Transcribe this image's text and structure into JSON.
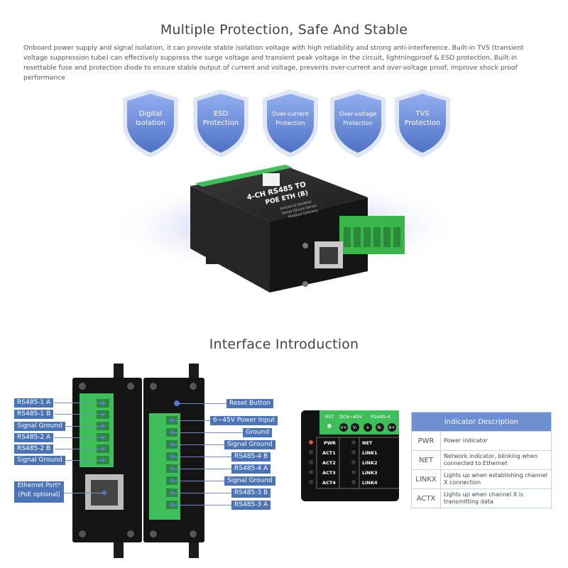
{
  "protection": {
    "title": "Multiple Protection, Safe And Stable",
    "description": "Onboard power supply and signal isolation, it can provide stable isolation voltage with high reliability and strong anti-interference. Built-in TVS (transient voltage suppression tube) can effectively suppress the surge voltage and transient peak voltage in the circuit, lightningproof & ESD protection. Built-in resettable fuse and protection diode to ensure stable output of current and voltage, prevents over-current and over-voltage proof, improve shock proof performance",
    "shields": [
      {
        "line1": "Digital",
        "line2": "Isolation"
      },
      {
        "line1": "ESD",
        "line2": "Protection"
      },
      {
        "line1": "Over-current",
        "line2": "Protection"
      },
      {
        "line1": "Over-voltage",
        "line2": "Protection"
      },
      {
        "line1": "TVS",
        "line2": "Protection"
      }
    ]
  },
  "device": {
    "model": "4-CH RS485 TO",
    "model2": "POE ETH (B)",
    "sub1": "Industrial Isolated",
    "sub2": "Serial Device Server",
    "sub3": "Modbus Gateway"
  },
  "interface": {
    "title": "Interface Introduction",
    "left_labels": [
      "RS485-1 A",
      "RS485-1 B",
      "Signal Ground",
      "RS485-2 A",
      "RS485-2 B",
      "Signal Ground"
    ],
    "ethernet_label_1": "Ethernet Port*",
    "ethernet_label_2": "(PoE optional)",
    "right_labels": [
      "Reset Button",
      "6~45V Power Input",
      "Ground",
      "Signal Ground",
      "RS485-4 B",
      "RS485-4 A",
      "Signal Ground",
      "RS485-3 B",
      "RS485-3 A"
    ]
  },
  "panel": {
    "rst": "RST",
    "dc": "DC6~45V",
    "rs485_4": "RS485-4",
    "pins": [
      "V+",
      "V-",
      "⏚",
      "B-",
      "A+"
    ],
    "rows": [
      {
        "left": "PWR",
        "right": "NET"
      },
      {
        "left": "ACT1",
        "right": "LINK1"
      },
      {
        "left": "ACT2",
        "right": "LINK2"
      },
      {
        "left": "ACT3",
        "right": "LINK3"
      },
      {
        "left": "ACT4",
        "right": "LINK4"
      }
    ]
  },
  "indicator": {
    "header": "Indicator Description",
    "rows": [
      {
        "code": "PWR",
        "desc": "Power indicator"
      },
      {
        "code": "NET",
        "desc": "Network indicator, blinking when connected to Ethernet"
      },
      {
        "code": "LINKX",
        "desc": "Lights up when establishing channel X connection"
      },
      {
        "code": "ACTX",
        "desc": "Lights up when channel X is transmitting data"
      }
    ]
  }
}
